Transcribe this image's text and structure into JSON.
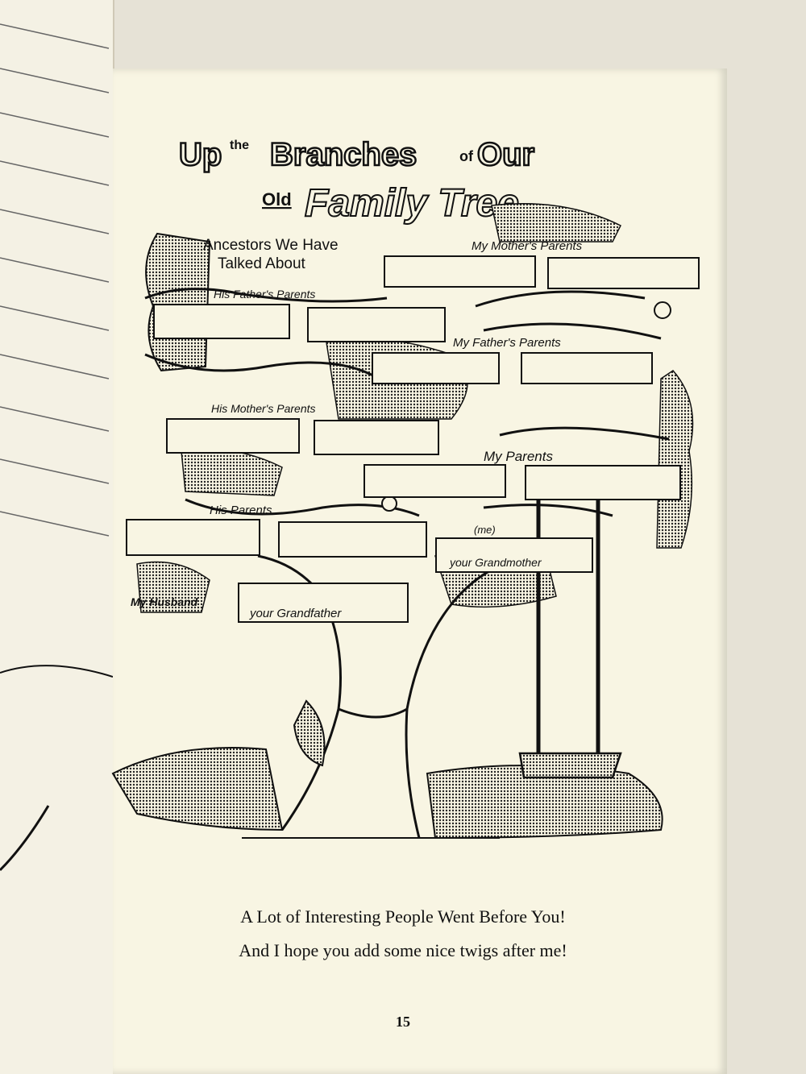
{
  "title": {
    "line1_up": "Up",
    "line1_the": "the",
    "line1_branches": "Branches",
    "line1_of": "of",
    "line1_our": "Our",
    "line2_old": "Old",
    "line2_family_tree": "Family Tree"
  },
  "ancestors_caption": {
    "line1": "Ancestors We Have",
    "line2": "Talked About"
  },
  "labels": {
    "my_mothers_parents": "My Mother's Parents",
    "his_fathers_parents": "His Father's Parents",
    "my_fathers_parents": "My Father's Parents",
    "his_mothers_parents": "His Mother's Parents",
    "my_parents": "My Parents",
    "his_parents": "His Parents",
    "me": "(me)",
    "your_grandmother": "your Grandmother",
    "my_husband": "My Husband",
    "your_grandfather": "your Grandfather"
  },
  "footer": {
    "line1": "A Lot of Interesting People Went Before You!",
    "line2": "And I hope you add some nice twigs  after me!"
  },
  "page_number": "15",
  "colors": {
    "paper": "#f8f5e3",
    "ink": "#111111",
    "background": "#e6e2d6"
  }
}
